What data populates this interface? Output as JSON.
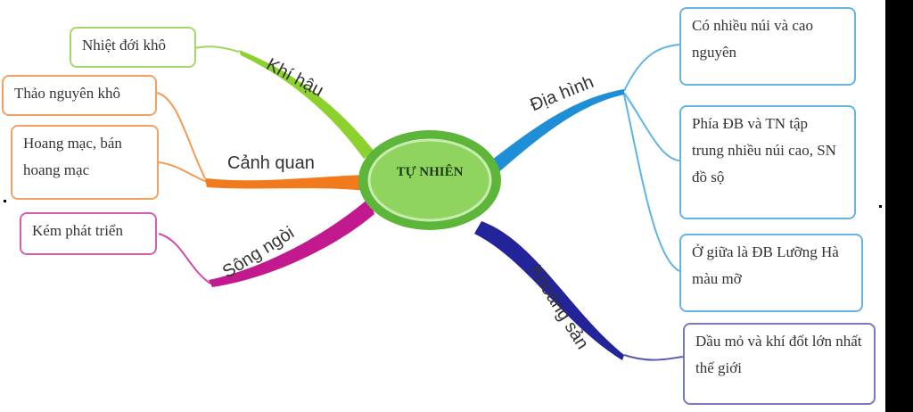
{
  "center": {
    "label": "TỰ NHIÊN"
  },
  "branches": {
    "khi_hau": {
      "label": "Khí hậu",
      "color": "#8cd12e",
      "boxes": [
        "Nhiệt đới khô"
      ]
    },
    "canh_quan": {
      "label": "Cảnh quan",
      "color": "#f07a1c",
      "boxes": [
        "Thảo nguyên khô",
        "Hoang mạc, bán hoang mạc"
      ]
    },
    "song_ngoi": {
      "label": "Sông ngòi",
      "color": "#c21a8e",
      "boxes": [
        "Kém phát triển"
      ]
    },
    "dia_hinh": {
      "label": "Địa hình",
      "color": "#1e8fd6",
      "boxes": [
        "Có nhiều núi và cao nguyên",
        "Phía ĐB và TN tập trung nhiều núi cao, SN đồ sộ",
        "Ở giữa là ĐB Lưỡng Hà màu mỡ"
      ]
    },
    "khoang_san": {
      "label": "Khoáng sản",
      "color": "#23249a",
      "boxes": [
        "Dầu mỏ và khí đốt lớn nhất thế giới"
      ]
    }
  }
}
